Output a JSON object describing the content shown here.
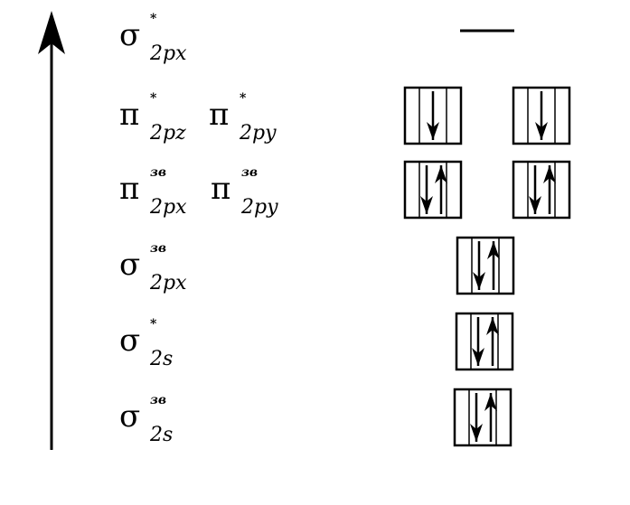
{
  "diagram": {
    "title": "",
    "levels": [
      {
        "id": "sigma-star-2px",
        "labels": [
          {
            "symbol": "σ",
            "superscript": "*",
            "subscript": "2px"
          }
        ],
        "orbitals": [
          {
            "electrons": []
          }
        ],
        "empty_line": true
      },
      {
        "id": "pi-star-2pz-2py",
        "labels": [
          {
            "symbol": "π",
            "superscript": "*",
            "subscript": "2pz"
          },
          {
            "symbol": "π",
            "superscript": "*",
            "subscript": "2py"
          }
        ],
        "orbitals": [
          {
            "electrons": [
              "down"
            ]
          },
          {
            "electrons": [
              "down"
            ]
          }
        ]
      },
      {
        "id": "pi-bonding-2px-2py",
        "labels": [
          {
            "symbol": "π",
            "superscript": "зв",
            "subscript": "2px"
          },
          {
            "symbol": "π",
            "superscript": "зв",
            "subscript": "2py"
          }
        ],
        "orbitals": [
          {
            "electrons": [
              "down",
              "up"
            ]
          },
          {
            "electrons": [
              "down",
              "up"
            ]
          }
        ]
      },
      {
        "id": "sigma-bonding-2px",
        "labels": [
          {
            "symbol": "σ",
            "superscript": "зв",
            "subscript": "2px"
          }
        ],
        "orbitals": [
          {
            "electrons": [
              "down",
              "up"
            ]
          }
        ]
      },
      {
        "id": "sigma-star-2s",
        "labels": [
          {
            "symbol": "σ",
            "superscript": "*",
            "subscript": "2s"
          }
        ],
        "orbitals": [
          {
            "electrons": [
              "down",
              "up"
            ]
          }
        ]
      },
      {
        "id": "sigma-bonding-2s",
        "labels": [
          {
            "symbol": "σ",
            "superscript": "зв",
            "subscript": "2s"
          }
        ],
        "orbitals": [
          {
            "electrons": [
              "down",
              "up"
            ]
          }
        ]
      }
    ]
  }
}
